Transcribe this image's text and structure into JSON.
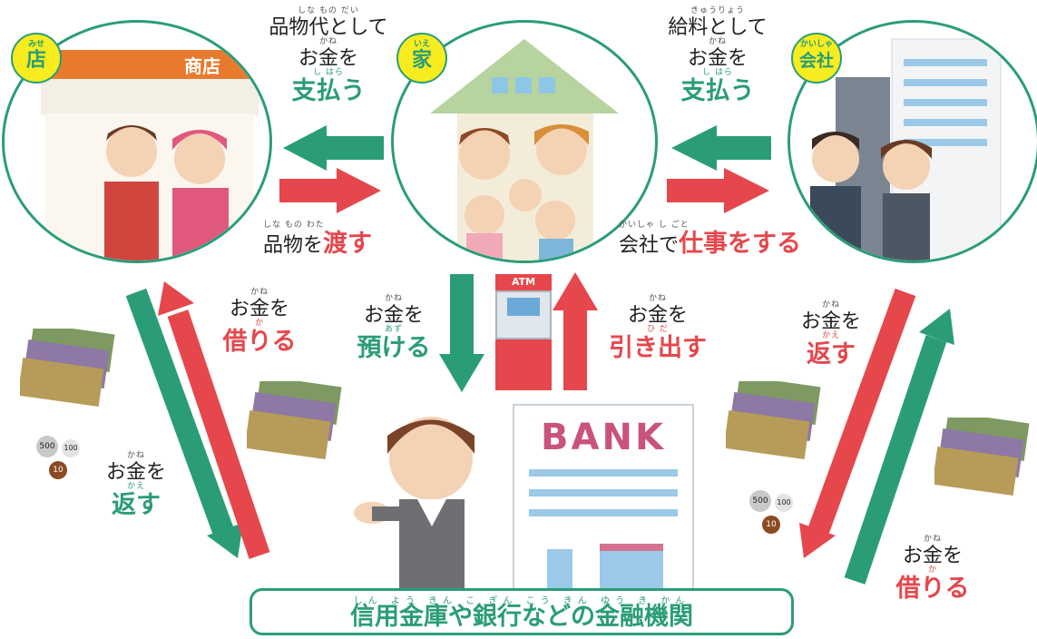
{
  "nodes": {
    "store": {
      "badge_ruby": "みせ",
      "badge_text": "店",
      "sign": "商店"
    },
    "home": {
      "badge_ruby": "いえ",
      "badge_text": "家"
    },
    "company": {
      "badge_ruby": "かいしゃ",
      "badge_text": "会社"
    },
    "atm": {
      "sign": "ATM"
    },
    "bank": {
      "sign": "BANK"
    }
  },
  "labels": {
    "home_to_store": {
      "line1_ruby": "しな もの だい",
      "line1": "品物代として",
      "line2_ruby": "かね",
      "line2": "お金を",
      "action_ruby": "し はら",
      "action": "支払う"
    },
    "store_to_home": {
      "ruby": "しな もの          わた",
      "text": "品物を",
      "action": "渡す"
    },
    "company_to_home": {
      "line1_ruby": "きゅうりょう",
      "line1": "給料として",
      "line2_ruby": "かね",
      "line2": "お金を",
      "action_ruby": "し はら",
      "action": "支払う"
    },
    "home_to_company": {
      "ruby": "かいしゃ        し ごと",
      "text": "会社で",
      "action": "仕事をする"
    },
    "deposit": {
      "ruby": "かね",
      "text": "お金を",
      "action_ruby": "あず",
      "action": "預ける"
    },
    "withdraw": {
      "ruby": "かね",
      "text": "お金を",
      "action_ruby": "ひ    だ",
      "action": "引き出す"
    },
    "store_borrow": {
      "ruby": "かね",
      "text": "お金を",
      "action_ruby": "か",
      "action": "借りる"
    },
    "store_return": {
      "ruby": "かね",
      "text": "お金を",
      "action_ruby": "かえ",
      "action": "返す"
    },
    "company_return": {
      "ruby": "かね",
      "text": "お金を",
      "action_ruby": "かえ",
      "action": "返す"
    },
    "company_borrow": {
      "ruby": "かね",
      "text": "お金を",
      "action_ruby": "か",
      "action": "借りる"
    }
  },
  "coins": {
    "c500": "500",
    "c100": "100",
    "c10": "10"
  },
  "footer": {
    "ruby": "しん よう きん こ      ぎん こう         きん ゆう  き かん",
    "text": "信用金庫や銀行などの金融機関"
  },
  "colors": {
    "green": "#2a9d78",
    "red": "#e5474c",
    "badge": "#f7ec1f"
  }
}
